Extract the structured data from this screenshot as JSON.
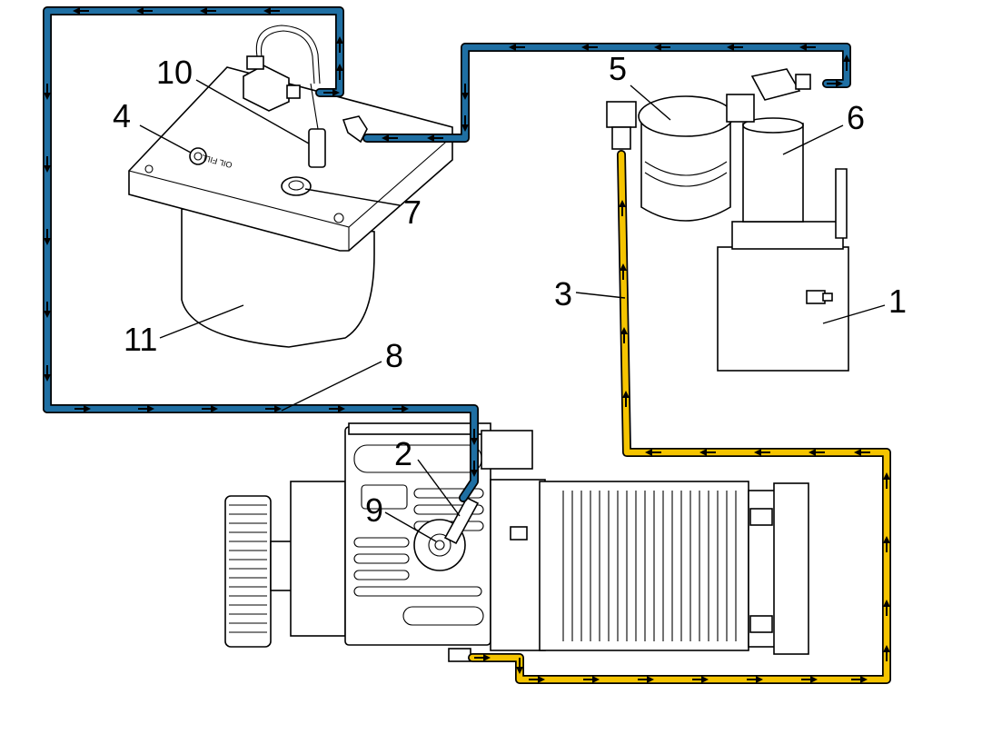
{
  "colors": {
    "return_line": "#1f6fa3",
    "pressure_line": "#f5c400",
    "outline": "#000000"
  },
  "callouts": [
    {
      "id": "1",
      "text": "1"
    },
    {
      "id": "2",
      "text": "2"
    },
    {
      "id": "3",
      "text": "3"
    },
    {
      "id": "4",
      "text": "4"
    },
    {
      "id": "5",
      "text": "5"
    },
    {
      "id": "6",
      "text": "6"
    },
    {
      "id": "7",
      "text": "7"
    },
    {
      "id": "8",
      "text": "8"
    },
    {
      "id": "9",
      "text": "9"
    },
    {
      "id": "10",
      "text": "10"
    },
    {
      "id": "11",
      "text": "11"
    }
  ],
  "labels": {
    "tank_cap": "OIL FILL"
  },
  "icons": [
    "arrow-right-icon",
    "arrow-left-icon",
    "arrow-up-icon",
    "arrow-down-icon"
  ]
}
